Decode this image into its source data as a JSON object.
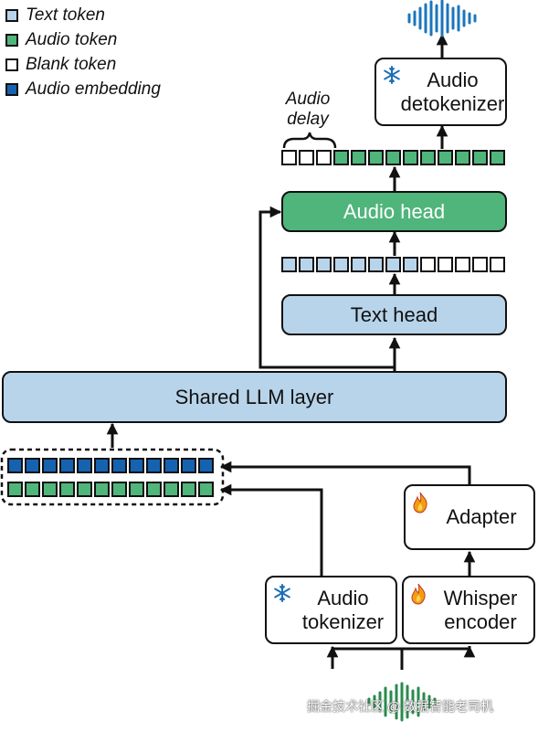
{
  "legend": [
    {
      "label": "Text token",
      "color": "#b8d4ea"
    },
    {
      "label": "Audio token",
      "color": "#4fb57a"
    },
    {
      "label": "Blank token",
      "color": "#ffffff"
    },
    {
      "label": "Audio embedding",
      "color": "#1563b0"
    }
  ],
  "nodes": {
    "audio_detokenizer": {
      "label_line1": "Audio",
      "label_line2": "detokenizer",
      "icon": "snowflake-icon"
    },
    "audio_head": {
      "label": "Audio head",
      "color": "#4fb57a"
    },
    "text_head": {
      "label": "Text head",
      "color": "#b8d4ea"
    },
    "shared_llm_layer": {
      "label": "Shared LLM layer",
      "color": "#b8d4ea"
    },
    "adapter": {
      "label": "Adapter",
      "icon": "flame-icon"
    },
    "audio_tokenizer": {
      "label_line1": "Audio",
      "label_line2": "tokenizer",
      "icon": "snowflake-icon"
    },
    "whisper_encoder": {
      "label_line1": "Whisper",
      "label_line2": "encoder",
      "icon": "flame-icon"
    }
  },
  "audio_delay_note": {
    "line1": "Audio",
    "line2": "delay"
  },
  "token_rows": {
    "audio_output_row": [
      "blank",
      "blank",
      "blank",
      "audio",
      "audio",
      "audio",
      "audio",
      "audio",
      "audio",
      "audio",
      "audio",
      "audio",
      "audio"
    ],
    "text_output_row": [
      "text",
      "text",
      "text",
      "text",
      "text",
      "text",
      "text",
      "text",
      "blank",
      "blank",
      "blank",
      "blank",
      "blank"
    ],
    "input_embedding_row": [
      "embed",
      "embed",
      "embed",
      "embed",
      "embed",
      "embed",
      "embed",
      "embed",
      "embed",
      "embed",
      "embed",
      "embed"
    ],
    "input_audio_row": [
      "audio",
      "audio",
      "audio",
      "audio",
      "audio",
      "audio",
      "audio",
      "audio",
      "audio",
      "audio",
      "audio",
      "audio"
    ]
  },
  "colors": {
    "text": "#b8d4ea",
    "audio": "#4fb57a",
    "blank": "#ffffff",
    "embed": "#1563b0",
    "waveform_out": "#1b75bc",
    "waveform_in": "#2a8a4e",
    "snowflake": "#1f6fb5",
    "flame": "#f39c12"
  },
  "watermark": "掘金技术社区 @ 数据智能老司机"
}
